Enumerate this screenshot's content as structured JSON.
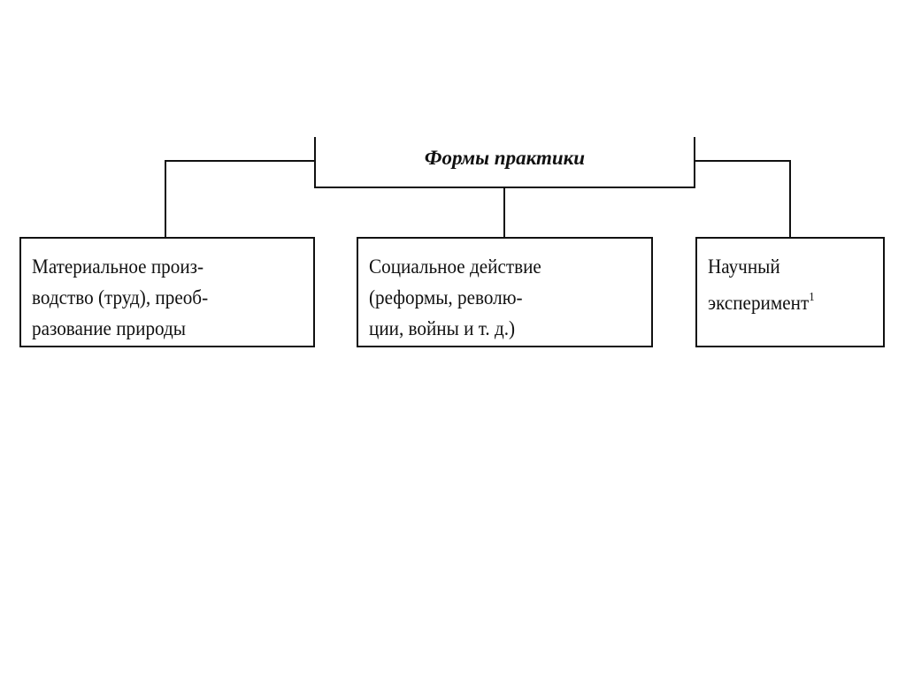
{
  "title": "Формы практики",
  "boxes": [
    {
      "lines": [
        "Материальное произ-",
        "водство (труд), преоб-",
        "разование природы"
      ]
    },
    {
      "lines": [
        "Социальное действие",
        "(реформы, револю-",
        "ции, войны и т. д.)"
      ]
    },
    {
      "lines": [
        "Научный",
        "эксперимент"
      ],
      "footnote": "1"
    }
  ]
}
